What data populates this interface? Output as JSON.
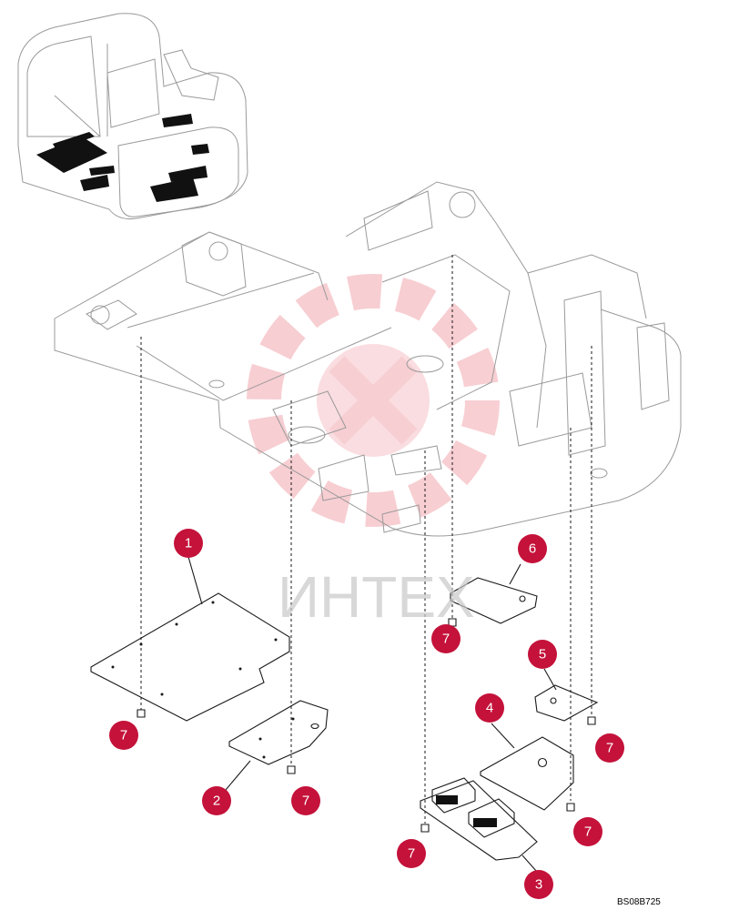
{
  "callouts": [
    {
      "label": "1"
    },
    {
      "label": "2"
    },
    {
      "label": "3"
    },
    {
      "label": "4"
    },
    {
      "label": "5"
    },
    {
      "label": "6"
    },
    {
      "label": "7"
    },
    {
      "label": "7"
    },
    {
      "label": "7"
    },
    {
      "label": "7"
    },
    {
      "label": "7"
    },
    {
      "label": "7"
    }
  ],
  "watermark": "ИНТЕХ",
  "drawing_code": "BS08B725",
  "colors": {
    "callout": "#c4123a",
    "line": "#1a1a1a",
    "watermark": "#f2b8bd"
  }
}
